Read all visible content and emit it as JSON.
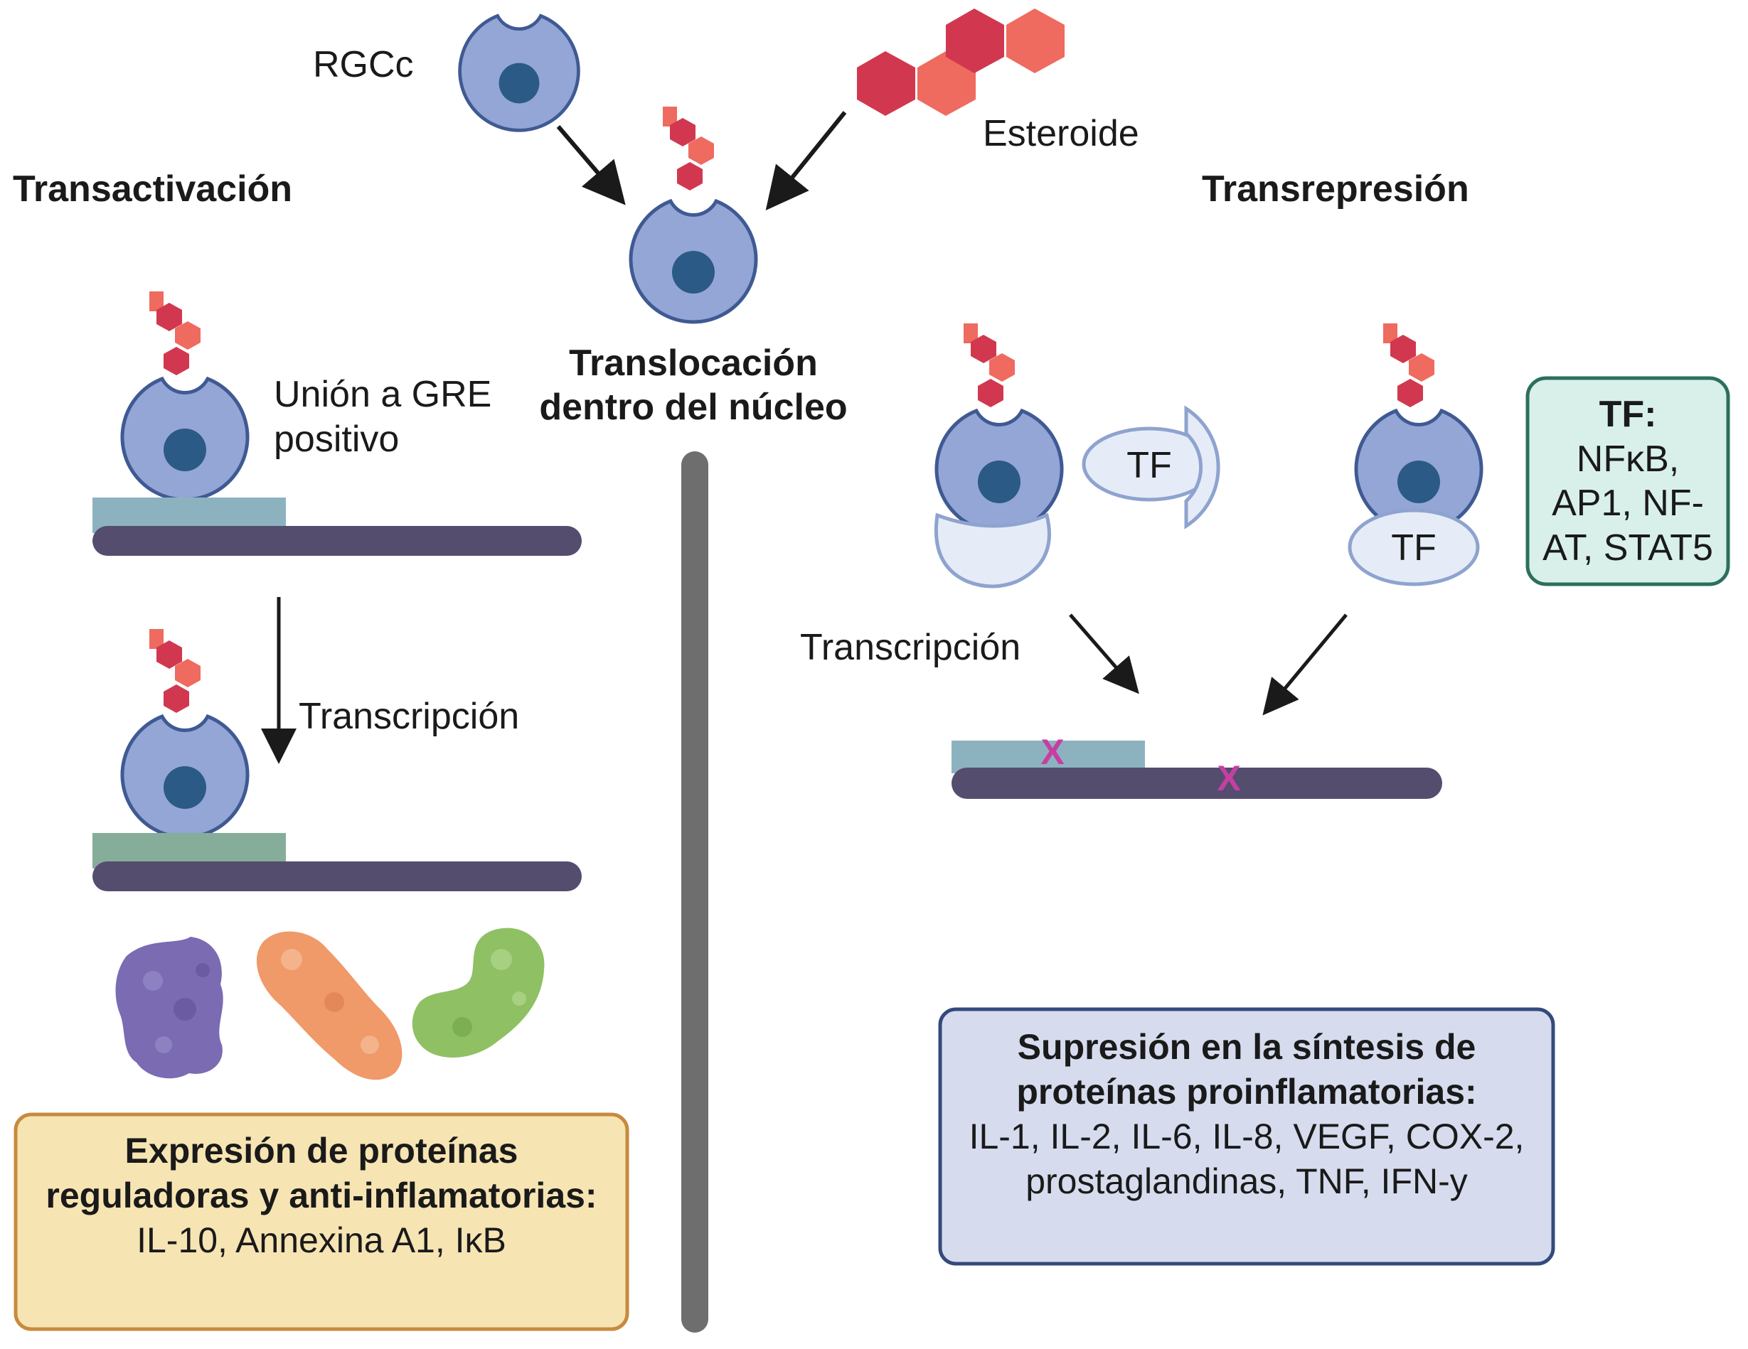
{
  "labels": {
    "rgcc": "RGCc",
    "steroid": "Esteroide",
    "transactivation": "Transactivación",
    "transrepression": "Transrepresión",
    "translocation_line1": "Translocación",
    "translocation_line2": "dentro del núcleo",
    "gre_line1": "Unión a GRE",
    "gre_line2": "positivo",
    "transcription_left": "Transcripción",
    "transcription_right": "Transcripción",
    "tf_open": "TF",
    "tf_bound": "TF",
    "blocked_mark_1": "X",
    "blocked_mark_2": "X"
  },
  "tf_box": {
    "title": "TF:",
    "line1": "NFκB,",
    "line2": "AP1, NF-",
    "line3": "AT, STAT5"
  },
  "expression_box": {
    "bold_part": "Expresión de proteínas reguladoras y anti-inflamatorias:",
    "normal_part": " IL-10, Annexina A1, IκB"
  },
  "suppression_box": {
    "bold_part": "Supresión en la síntesis de proteínas proinflamatorias:",
    "normal_part": "IL-1, IL-2, IL-6, IL-8, VEGF, COX-2, prostaglandinas, TNF, IFN-y"
  },
  "colors": {
    "receptor_fill": "#94a6d6",
    "receptor_stroke": "#3f5a93",
    "nucleus": "#2c5a86",
    "steroid_dark": "#d1384f",
    "steroid_light": "#ef6a5f",
    "dna_strand": "#544d6e",
    "gre_positive": "#8db2bf",
    "gre_active": "#86ad9a",
    "divider": "#6e6e6e",
    "tf_fill": "#e6ecf7",
    "blocked_mark": "#c53fa3",
    "expression_box_fill": "#f6e4b3",
    "expression_box_stroke": "#c78a3e",
    "suppression_box_fill": "#d6dcee",
    "suppression_box_stroke": "#344a7c",
    "tf_box_fill": "#d9f0ea",
    "tf_box_stroke": "#2c6f5d",
    "protein_purple": "#7a6bb3",
    "protein_orange": "#ef9a68",
    "protein_green": "#8fc063"
  }
}
